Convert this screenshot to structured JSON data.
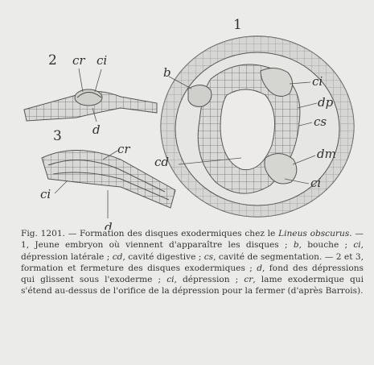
{
  "figure": {
    "panel_labels": {
      "p1": "1",
      "p2": "2",
      "p3": "3"
    },
    "labels": {
      "p2_cr": "cr",
      "p2_ci": "ci",
      "p2_d": "d",
      "p3_cr": "cr",
      "p3_ci": "ci",
      "p3_d": "d",
      "p1_b": "b",
      "p1_ci_top": "ci",
      "p1_dp": "dp",
      "p1_cs": "cs",
      "p1_cd": "cd",
      "p1_dm": "dm",
      "p1_ci_bottom": "ci"
    }
  },
  "caption": {
    "fig_number": "Fig. 1201.",
    "dash": " — ",
    "title_start": "Formation des disques exodermiques chez le ",
    "species": "Lineus obscurus",
    "after_species": ". — 1, Jeune embryon où viennent d'apparaître les disques ; ",
    "b": "b",
    "b_text": ", bouche ; ",
    "ci": "ci",
    "ci_text": ", dépression latérale ; ",
    "cd": "cd",
    "cd_text": ", cavité digestive ; ",
    "cs": "cs",
    "cs_text": ", cavité de segmentation. — 2 et 3, formation et fermeture des disques exodermiques ; ",
    "d": "d",
    "d_text": ", fond des dépressions qui glissent sous l'exoderme ; ",
    "ci2": "ci",
    "ci2_text": ", dépression ; ",
    "cr": "cr",
    "cr_text": ", lame exodermique qui s'étend au-dessus de l'orifice de la dépression pour la fermer (d'après Barrois)."
  }
}
